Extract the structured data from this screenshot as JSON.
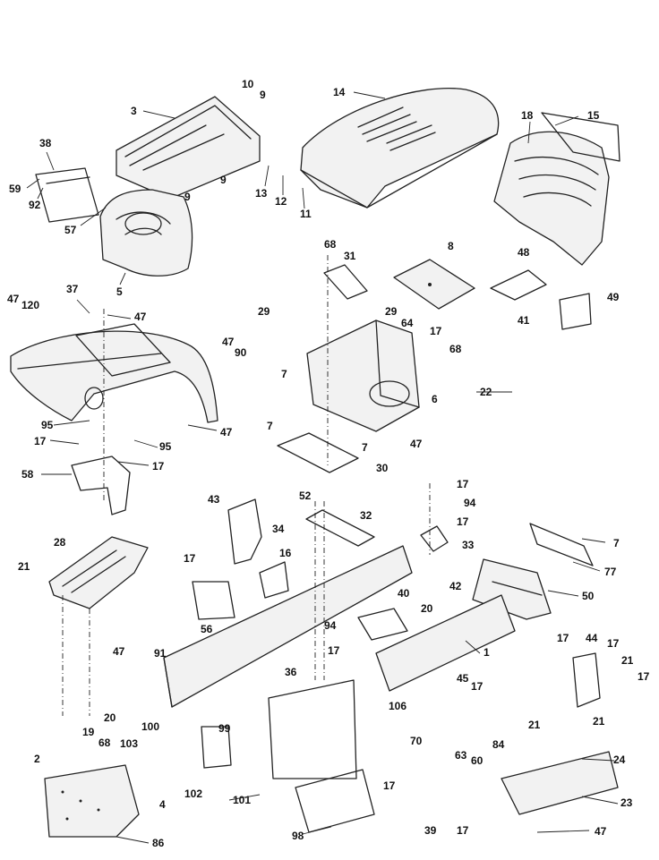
{
  "diagram": {
    "callouts": [
      "3",
      "10",
      "9",
      "14",
      "18",
      "15",
      "38",
      "59",
      "92",
      "57",
      "5",
      "9",
      "9",
      "13",
      "12",
      "11",
      "68",
      "31",
      "8",
      "48",
      "41",
      "49",
      "47",
      "120",
      "37",
      "47",
      "29",
      "47",
      "90",
      "29",
      "64",
      "17",
      "7",
      "68",
      "6",
      "22",
      "95",
      "17",
      "95",
      "47",
      "7",
      "7",
      "47",
      "58",
      "17",
      "30",
      "43",
      "52",
      "34",
      "32",
      "17",
      "94",
      "17",
      "33",
      "7",
      "77",
      "28",
      "21",
      "17",
      "16",
      "56",
      "40",
      "94",
      "20",
      "42",
      "50",
      "17",
      "47",
      "17",
      "91",
      "36",
      "1",
      "44",
      "17",
      "21",
      "17",
      "20",
      "19",
      "100",
      "99",
      "106",
      "45",
      "17",
      "21",
      "70",
      "63",
      "60",
      "84",
      "21",
      "2",
      "68",
      "103",
      "102",
      "4",
      "101",
      "17",
      "24",
      "23",
      "39",
      "17",
      "47",
      "86",
      "98"
    ]
  }
}
